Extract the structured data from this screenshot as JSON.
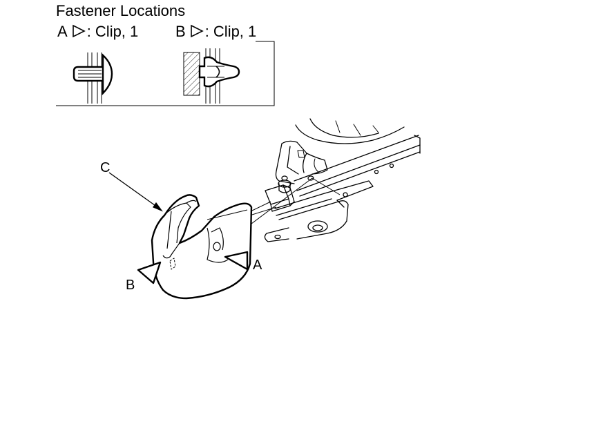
{
  "header": {
    "title": "Fastener Locations"
  },
  "legend": [
    {
      "letter": "A",
      "text": ": Clip, 1",
      "icon": "hollow-triangle-pointer-icon"
    },
    {
      "letter": "B",
      "text": ": Clip, 1",
      "icon": "hollow-triangle-pointer-icon"
    }
  ],
  "callouts": {
    "c": "C",
    "a": "A",
    "b": "B"
  },
  "colors": {
    "line": "#000000",
    "background": "#ffffff"
  }
}
